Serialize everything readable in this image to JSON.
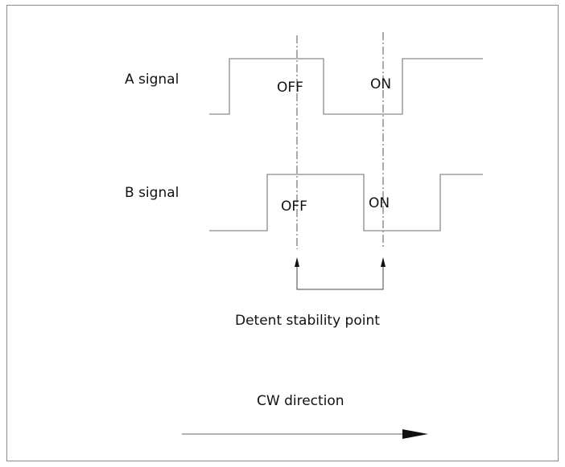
{
  "a_signal": {
    "label": "A signal",
    "state_left": "OFF",
    "state_right": "ON"
  },
  "b_signal": {
    "label": "B signal",
    "state_left": "OFF",
    "state_right": "ON"
  },
  "detent_label": "Detent stability point",
  "direction_label": "CW direction",
  "colors": {
    "waveform": "#8c8c8c",
    "text": "#111111",
    "border": "#8a8a8a"
  }
}
